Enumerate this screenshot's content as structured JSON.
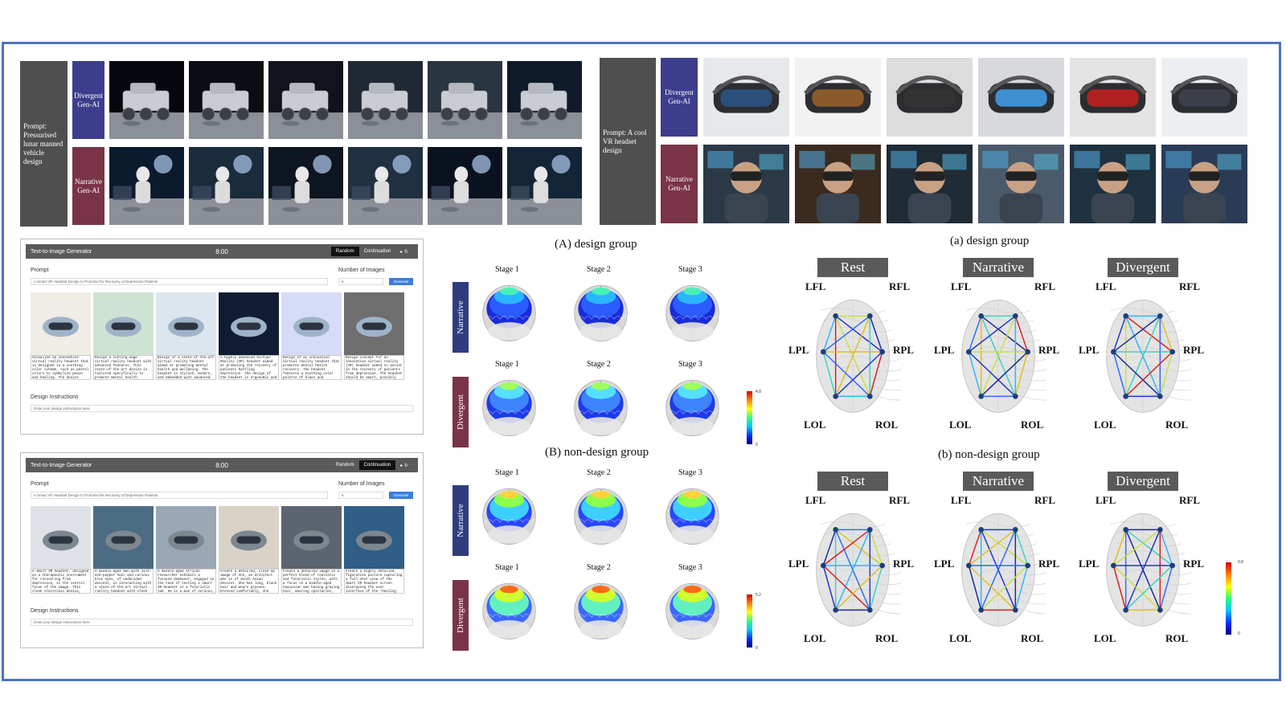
{
  "moon_panel": {
    "prompt": "Prompt: Pressurised lunar manned vehicle design",
    "rows": [
      {
        "label": "Divergent Gen-AI",
        "color": "#3c3d8c"
      },
      {
        "label": "Narrative Gen-AI",
        "color": "#7a3447"
      }
    ]
  },
  "vr_panel": {
    "prompt": "Prompt: A cool VR headset design",
    "rows": [
      {
        "label": "Divergent Gen-AI",
        "color": "#3c3d8c"
      },
      {
        "label": "Narrative Gen-AI",
        "color": "#7a3447"
      }
    ]
  },
  "ui_top": {
    "app_title": "Text-to-Image Generator",
    "time": "8:00",
    "mode_random": "Random",
    "mode_continuation": "Continuation",
    "active_mode": "Random",
    "controls": "▸ ↻",
    "prompt_label": "Prompt",
    "prompt_value": "A Smart VR Headset Design to Promote the Recovery of Depression Patients",
    "num_label": "Number of Images",
    "num_value": "6",
    "generate": "Generate",
    "instructions_label": "Design Instructions",
    "instructions_placeholder": "Enter your design instructions here.",
    "captions": [
      "Visualize an innovative virtual reality headset that is designed in a soothing color scheme, such as pastel colors to symbolize peace and healing. The device",
      "Design a cutting-edge virtual reality headset with advanced features. This state-of-the-art device is tailored specifically to promote mental health",
      "Design of a state-of-the-art virtual reality headset aimed at promoting mental health and wellbeing. The headset is stylish, modern, and embedded with advanced",
      "A highly advanced Virtual Reality (VR) headset aimed at promoting the recovery of patients battling depression. The design of the headset is ergonomic and",
      "Design of an innovative virtual reality headset that promotes mental health recovery. The headset features a soothing color palette of blues and",
      "Design concept for an innovative virtual reality (VR) headset aimed to assist in the recovery of patients from depression. The headset should be smart, possibly"
    ]
  },
  "ui_bottom": {
    "app_title": "Text-to-Image Generator",
    "time": "8:00",
    "mode_random": "Random",
    "mode_continuation": "Continuation",
    "active_mode": "Continuation",
    "controls": "▸ ↻",
    "prompt_label": "Prompt",
    "prompt_value": "A Smart VR Headset Design to Promote the Recovery of Depression Patients",
    "num_label": "Number of Images",
    "num_value": "6",
    "generate": "Generate",
    "instructions_label": "Design Instructions",
    "instructions_placeholder": "Enter your design instructions here.",
    "captions": [
      "A smart VR headset, designed as a therapeutic instrument for recovering from depression, is the central focus of the image. This sleek electronic device,",
      "A middle-aged man with salt-and-pepper hair and curious blue eyes, of undecided descent, is interacting with a state-of-the-art virtual reality headset with sleek",
      "A middle-aged African researcher exhibits a focused demeanor, engaged in the task of testing a smart VR headset in a futuristic lab. He is a man of serious,",
      "Create a detailed, close-up image of Ann, an architect who is of South Asian descent. She has long, black hair and wears glasses. Dressed comfortably, she",
      "Create a detailed image in a perfect blend of realistic and futuristic styles, with a focus on a middle-aged Caucasian man having graying hair, wearing spectacles,",
      "Create a highly detailed, figurative picture capturing a full-shot view of the smart VR headset screen displaying the user interface of the 'Healing"
    ]
  },
  "brain_maps": {
    "title_a": "(A) design group",
    "title_b": "(B) non-design group",
    "row_narrative": "Narrative",
    "row_divergent": "Divergent",
    "row_color": "#2f3c7e",
    "row_color_div": "#7a3447",
    "stages": [
      "Stage 1",
      "Stage 2",
      "Stage 3"
    ],
    "colorbar_a": {
      "max": "4.8",
      "min": "0"
    },
    "colorbar_b": {
      "max": "5.2",
      "min": "0"
    }
  },
  "connectivity": {
    "title_a": "(a) design group",
    "title_b": "(b) non-design group",
    "conditions": [
      "Rest",
      "Narrative",
      "Divergent"
    ],
    "nodes": [
      "LFL",
      "RFL",
      "LPL",
      "RPL",
      "LOL",
      "ROL"
    ],
    "colorbar": {
      "max": "0.8",
      "min": "0"
    }
  }
}
